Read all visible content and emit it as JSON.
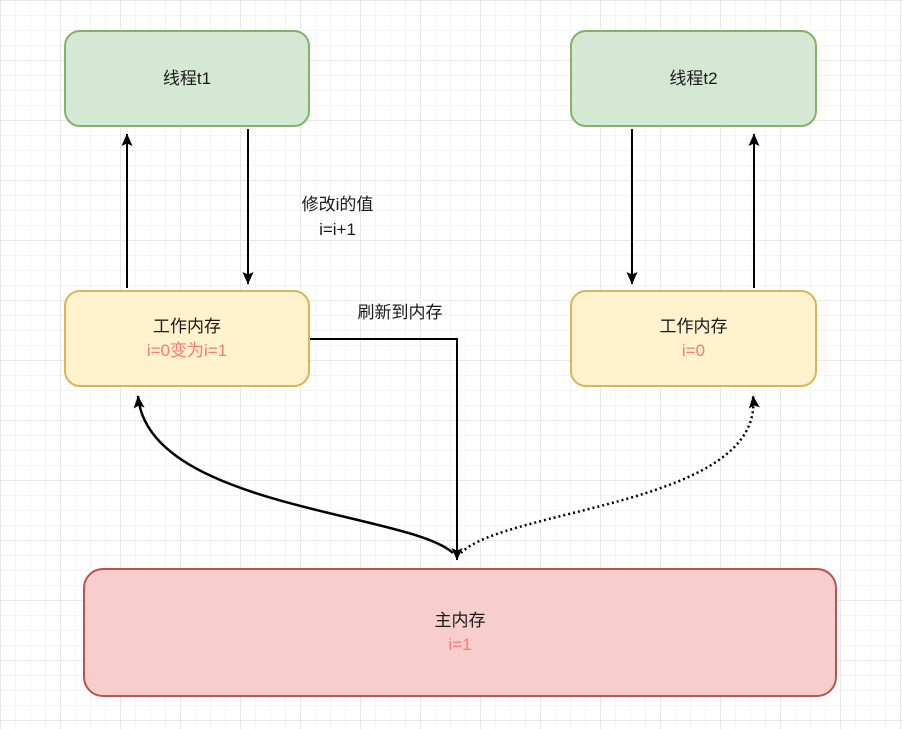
{
  "diagram": {
    "nodes": {
      "thread_t1": {
        "label": "线程t1"
      },
      "thread_t2": {
        "label": "线程t2"
      },
      "working_memory_t1": {
        "label": "工作内存",
        "value": "i=0变为i=1"
      },
      "working_memory_t2": {
        "label": "工作内存",
        "value": "i=0"
      },
      "main_memory": {
        "label": "主内存",
        "value": "i=1"
      }
    },
    "edge_labels": {
      "modify_line1": "修改i的值",
      "modify_line2": "i=i+1",
      "flush": "刷新到内存"
    },
    "colors": {
      "green_fill": "#d5e8d4",
      "green_border": "#82b366",
      "yellow_fill": "#fff2cc",
      "yellow_border": "#d6b656",
      "red_fill": "#f8cecc",
      "red_border": "#b85450",
      "highlight_text": "#fa7a77",
      "arrow": "#000000"
    }
  }
}
